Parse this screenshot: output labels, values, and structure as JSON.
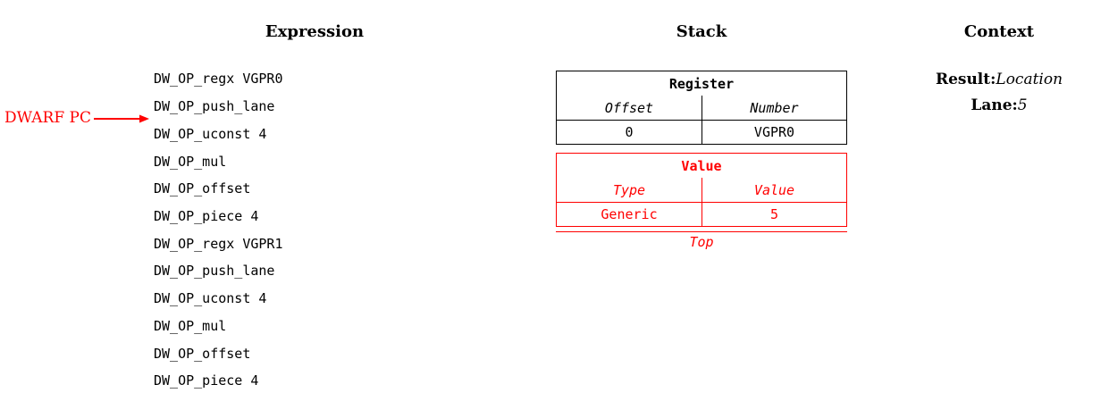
{
  "colors": {
    "red": "#ff0000",
    "black": "#000000"
  },
  "headers": {
    "expression": "Expression",
    "stack": "Stack",
    "context": "Context"
  },
  "pointer": {
    "label": "DWARF PC"
  },
  "expression": {
    "ops": [
      "DW_OP_regx VGPR0",
      "DW_OP_push_lane",
      "DW_OP_uconst 4",
      "DW_OP_mul",
      "DW_OP_offset",
      "DW_OP_piece 4",
      "DW_OP_regx VGPR1",
      "DW_OP_push_lane",
      "DW_OP_uconst 4",
      "DW_OP_mul",
      "DW_OP_offset",
      "DW_OP_piece 4"
    ]
  },
  "stack": {
    "register_table": {
      "title": "Register",
      "columns": [
        "Offset",
        "Number"
      ],
      "row": [
        "0",
        "VGPR0"
      ]
    },
    "value_table": {
      "title": "Value",
      "columns": [
        "Type",
        "Value"
      ],
      "row": [
        "Generic",
        "5"
      ]
    },
    "top_label": "Top"
  },
  "context": {
    "result_label": "Result:",
    "result_value": "Location",
    "lane_label": "Lane:",
    "lane_value": "5"
  }
}
